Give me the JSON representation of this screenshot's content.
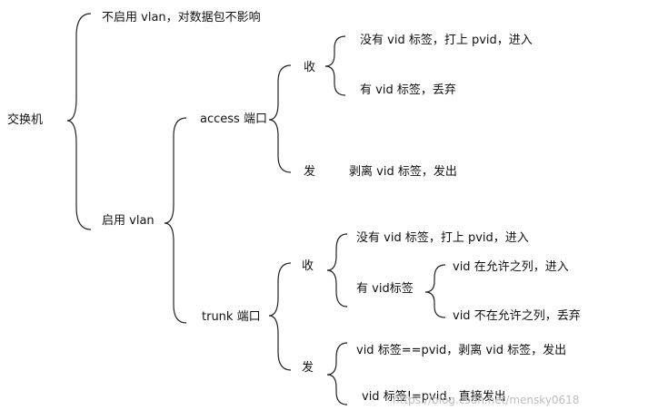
{
  "root": "交换机",
  "no_vlan": "不启用 vlan，对数据包不影响",
  "vlan": "启用 vlan",
  "access": {
    "label": "access 端口",
    "recv": "收",
    "recv_no_tag": "没有 vid 标签，打上 pvid，进入",
    "recv_has_tag": "有 vid 标签，丢弃",
    "send": "发",
    "send_action": "剥离 vid 标签，发出"
  },
  "trunk": {
    "label": "trunk 端口",
    "recv": "收",
    "recv_no_tag": "没有 vid 标签，打上 pvid，进入",
    "recv_has_tag": "有 vid标签",
    "allowed": "vid 在允许之列，进入",
    "not_allowed": "vid 不在允许之列，丢弃",
    "send": "发",
    "send_eq": "vid 标签==pvid，剥离 vid 标签，发出",
    "send_neq": "vid 标签!=pvid，直接发出"
  },
  "watermark": "https://blog.csdn.net/mensky0618"
}
